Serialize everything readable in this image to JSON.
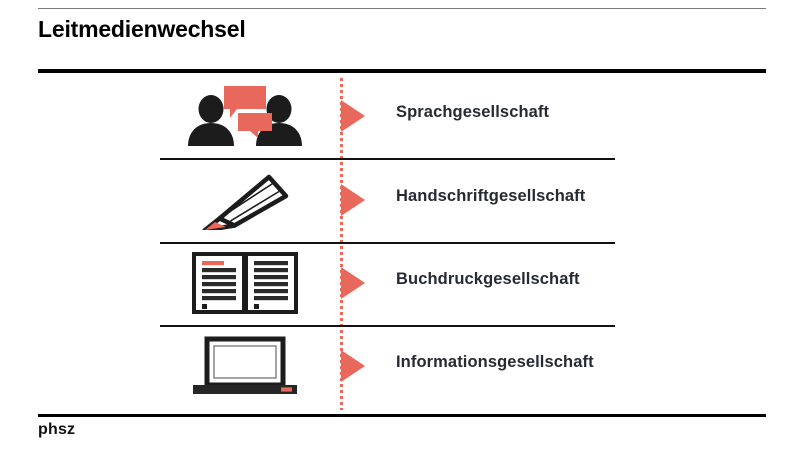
{
  "slide": {
    "title": "Leitmedienwechsel",
    "footer_logo": "phsz"
  },
  "colors": {
    "accent_red": "#E8685C",
    "text_dark": "#262B33",
    "rule_black": "#000000",
    "rule_gray": "#7A7D80",
    "icon_dark": "#1C1C1C"
  },
  "timeline": {
    "style": "dotted-vertical-line",
    "color": "#E8685C"
  },
  "rows": [
    {
      "icon": "two-people-speech-bubbles-icon",
      "arrow": "red-triangle-arrow-icon",
      "label": "Sprachgesellschaft"
    },
    {
      "icon": "pencil-icon",
      "arrow": "red-triangle-arrow-icon",
      "label": "Handschriftgesellschaft"
    },
    {
      "icon": "open-book-icon",
      "arrow": "red-triangle-arrow-icon",
      "label": "Buchdruckgesellschaft"
    },
    {
      "icon": "laptop-icon",
      "arrow": "red-triangle-arrow-icon",
      "label": "Informationsgesellschaft"
    }
  ]
}
